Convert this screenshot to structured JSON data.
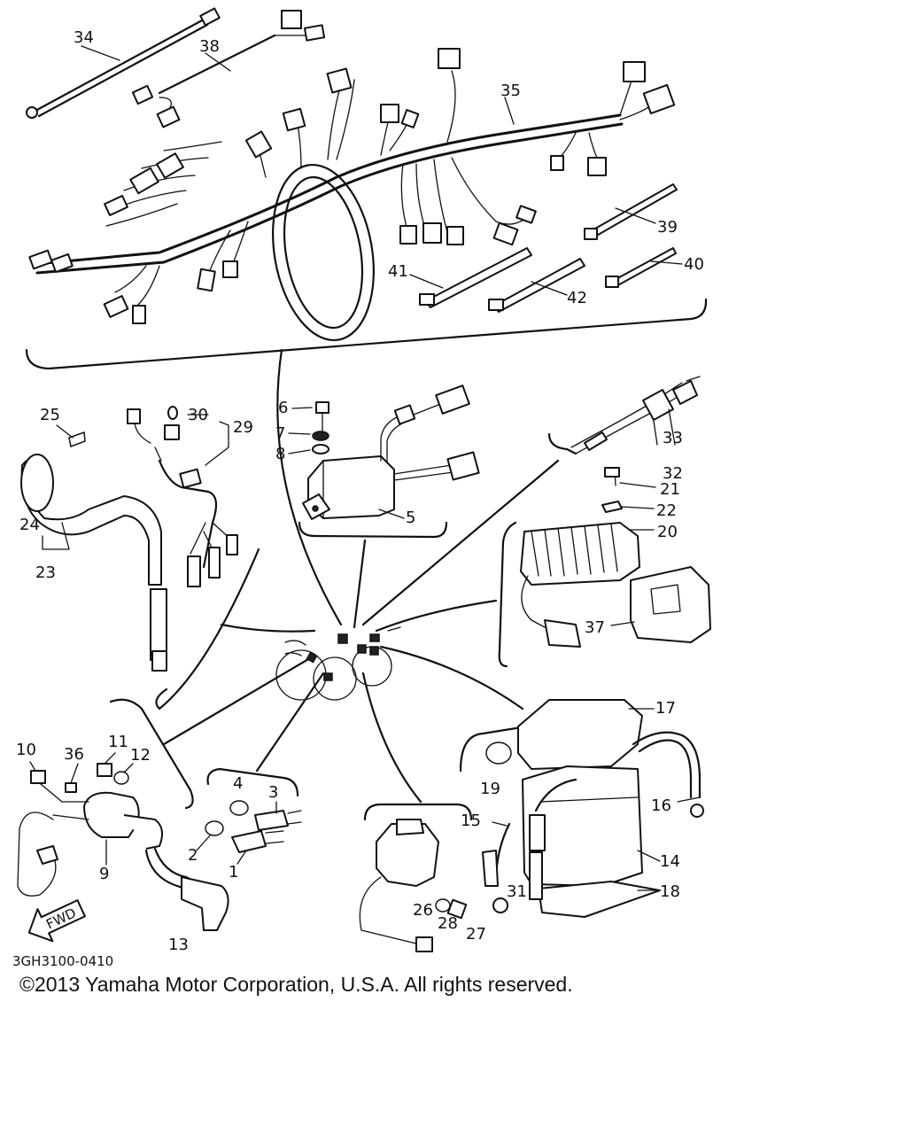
{
  "diagram_code": "3GH3100-0410",
  "copyright": "©2013 Yamaha Motor Corporation, U.S.A. All rights reserved.",
  "callouts": {
    "c1": "1",
    "c2": "2",
    "c3": "3",
    "c4": "4",
    "c5": "5",
    "c6": "6",
    "c7": "7",
    "c8": "8",
    "c9": "9",
    "c10": "10",
    "c11": "11",
    "c12": "12",
    "c13": "13",
    "c14": "14",
    "c15": "15",
    "c16": "16",
    "c17": "17",
    "c18": "18",
    "c19": "19",
    "c20": "20",
    "c21": "21",
    "c22": "22",
    "c23": "23",
    "c24": "24",
    "c25": "25",
    "c26": "26",
    "c27": "27",
    "c28": "28",
    "c29": "29",
    "c30": "30",
    "c31": "31",
    "c32": "32",
    "c33": "33",
    "c34": "34",
    "c35": "35",
    "c36": "36",
    "c37": "37",
    "c38": "38",
    "c39": "39",
    "c40": "40",
    "c41": "41",
    "c42": "42"
  },
  "fwd_marker": "FWD"
}
